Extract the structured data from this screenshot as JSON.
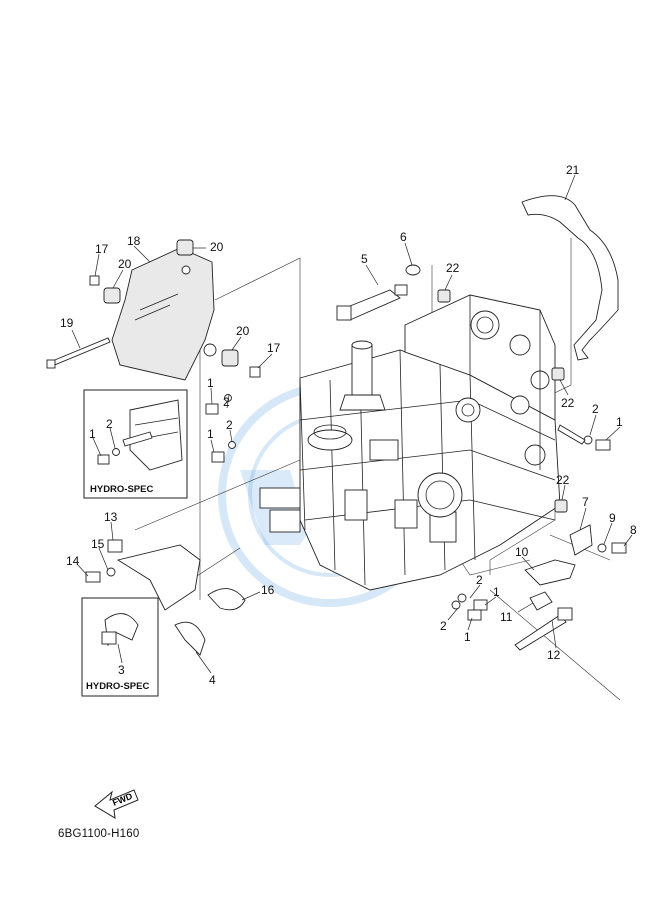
{
  "diagram": {
    "reference_code": "6BG1100-H160",
    "direction_label": "FWD",
    "inset_boxes": [
      {
        "label": "HYDRO-SPEC"
      },
      {
        "label": "HYDRO-SPEC"
      }
    ],
    "callouts": [
      "1",
      "1",
      "1",
      "1",
      "1",
      "1",
      "2",
      "2",
      "2",
      "2",
      "2",
      "2",
      "3",
      "4",
      "5",
      "6",
      "7",
      "8",
      "9",
      "10",
      "11",
      "12",
      "13",
      "14",
      "15",
      "16",
      "17",
      "17",
      "18",
      "19",
      "20",
      "20",
      "20",
      "21",
      "22",
      "22",
      "22"
    ]
  }
}
